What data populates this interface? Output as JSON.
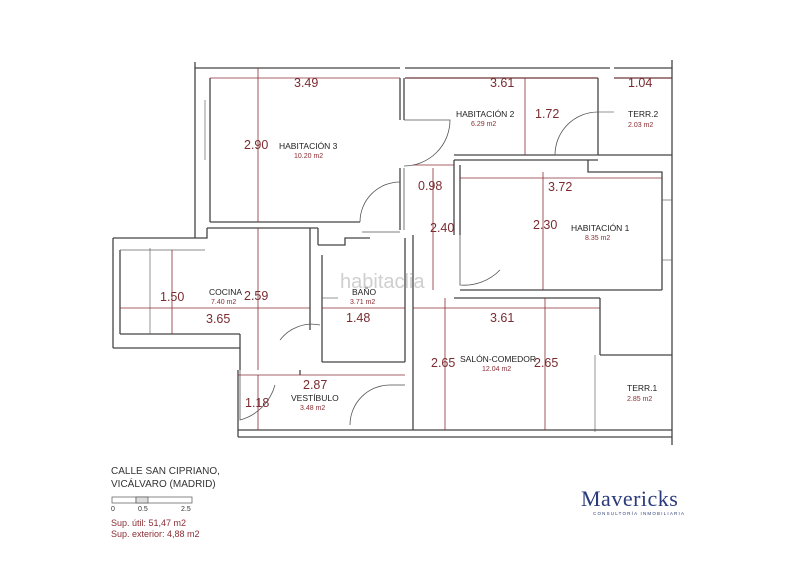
{
  "rooms": {
    "habitacion3": {
      "name": "HABITACIÓN 3",
      "area": "10.20 m2"
    },
    "habitacion2": {
      "name": "HABITACIÓN 2",
      "area": "6.29 m2"
    },
    "terr2": {
      "name": "TERR.2",
      "area": "2.03 m2"
    },
    "habitacion1": {
      "name": "HABITACIÓN 1",
      "area": "8.35 m2"
    },
    "cocina": {
      "name": "COCINA",
      "area": "7.40 m2"
    },
    "bano": {
      "name": "BAÑO",
      "area": "3.71 m2"
    },
    "salon": {
      "name": "SALÓN-COMEDOR",
      "area": "12.04 m2"
    },
    "terr1": {
      "name": "TERR.1",
      "area": "2.85 m2"
    },
    "vestibulo": {
      "name": "VESTÍBULO",
      "area": "3.48 m2"
    }
  },
  "dimensions": {
    "hab3_width": "3.49",
    "hab2_width": "3.61",
    "terr2_width": "1.04",
    "hab3_height": "2.90",
    "hab2_height": "1.72",
    "pasillo_width": "0.98",
    "hab1_width": "3.72",
    "pasillo_height": "2.40",
    "hab1_height": "2.30",
    "cocina_width_inner": "1.50",
    "cocina_height": "2.59",
    "cocina_width": "3.65",
    "bano_width": "1.48",
    "salon_width": "3.61",
    "vestibulo_width": "2.87",
    "vestibulo_height": "1.18",
    "salon_height_left": "2.65",
    "salon_height_right": "2.65"
  },
  "watermark": "habitaclia",
  "address": {
    "line1": "CALLE SAN CIPRIANO,",
    "line2": "VICÁLVARO (MADRID)"
  },
  "scale": {
    "tick0": "0",
    "tick1": "0.5",
    "tick2": "2.5"
  },
  "summary": {
    "util": "Sup. útil: 51,47 m2",
    "exterior": "Sup. exterior: 4,88 m2"
  },
  "brand": {
    "name": "Mavericks",
    "tagline": "CONSULTORÍA INMOBILIARIA"
  }
}
